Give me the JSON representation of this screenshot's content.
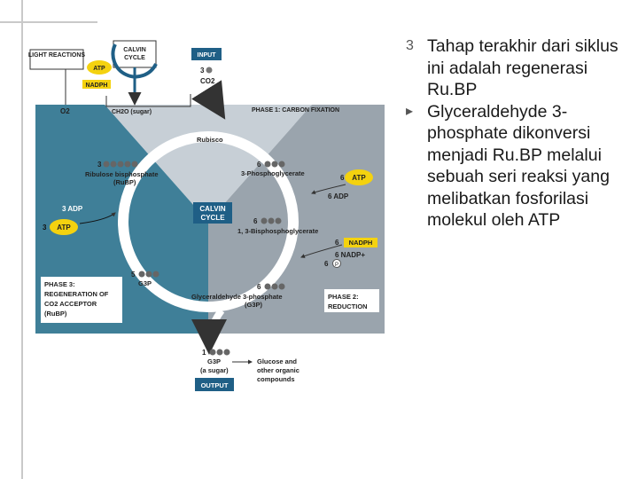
{
  "diagram": {
    "light_reactions": "LIGHT REACTIONS",
    "calvin_cycle_top": [
      "CALVIN",
      "CYCLE"
    ],
    "atp": "ATP",
    "nadph": "NADPH",
    "o2": "O2",
    "ch2o": "CH2O (sugar)",
    "input_title": "INPUT",
    "input_num": "3",
    "co2": "CO2",
    "phase1": "PHASE 1: CARBON FIXATION",
    "rubisco": "Rubisco",
    "rubp_num": "3",
    "rubp_label": [
      "Ribulose bisphosphate",
      "(RuBP)"
    ],
    "pga_num": "6",
    "pga_label": "3-Phosphoglycerate",
    "six_atp_num": "6",
    "six_adp": "6 ADP",
    "three_adp": "3 ADP",
    "three_atp_num": "3",
    "center_label": [
      "CALVIN",
      "CYCLE"
    ],
    "bpg_num": "6",
    "bpg_label": "1, 3-Bisphosphoglycerate",
    "six_nadph": "6",
    "six_nadp": "6 NADP+",
    "six_pi": "6",
    "pi": "P",
    "g3p_5_num": "5",
    "g3p_5_label": "G3P",
    "g3p6_num": "6",
    "g3p6_label": [
      "Glyceraldehyde 3-phosphate",
      "(G3P)"
    ],
    "phase3": [
      "PHASE 3:",
      "REGENERATION OF",
      "CO2 ACCEPTOR",
      "(RuBP)"
    ],
    "phase2": [
      "PHASE 2:",
      "REDUCTION"
    ],
    "output_num": "1",
    "output_label": [
      "G3P",
      "(a sugar)"
    ],
    "glucose": [
      "Glucose and",
      "other organic",
      "compounds"
    ],
    "output_title": "OUTPUT"
  },
  "bullets": [
    {
      "mark": "3",
      "text": "Tahap terakhir dari siklus ini adalah regenerasi Ru.BP"
    },
    {
      "mark": "",
      "text": "Glyceraldehyde 3-phosphate dikonversi menjadi Ru.BP melalui sebuah seri reaksi yang melibatkan fosforilasi molekul oleh ATP"
    }
  ],
  "colors": {
    "phase1_bg": "#c7cfd6",
    "phase2_bg": "#9aa4ad",
    "phase3_bg": "#3f7f98",
    "atp_yellow": "#f4d20f",
    "box_blue": "#1f5f86"
  }
}
